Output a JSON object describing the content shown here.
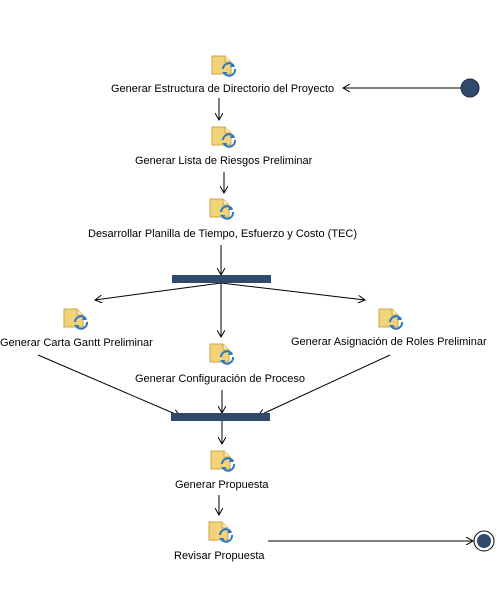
{
  "activities": {
    "generar_estructura": "Generar Estructura de Directorio del Proyecto",
    "generar_lista_riesgos": "Generar Lista de Riesgos Preliminar",
    "desarrollar_planilla": "Desarrollar Planilla de Tiempo, Esfuerzo y Costo (TEC)",
    "generar_carta_gantt": "Generar Carta Gantt Preliminar",
    "generar_configuracion": "Generar Configuración de Proceso",
    "generar_asignacion_roles": "Generar Asignación de Roles Preliminar",
    "generar_propuesta": "Generar Propuesta",
    "revisar_propuesta": "Revisar Propuesta"
  },
  "icon_name": "activity-icon",
  "colors": {
    "bar": "#2f4a6b",
    "initial_node": "#2f4a6b",
    "icon_folder": "#f2d37a",
    "icon_arrows": "#2a78c8",
    "edge": "#000000"
  }
}
